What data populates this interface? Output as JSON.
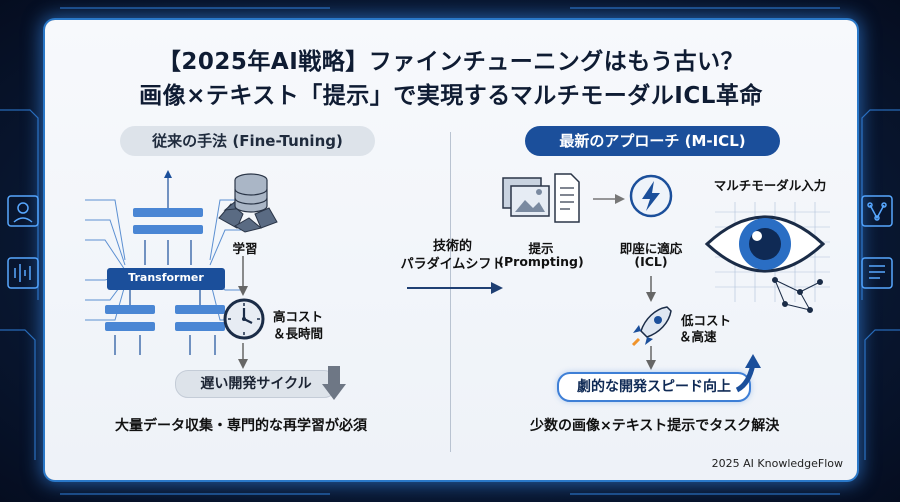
{
  "title_line1": "【2025年AI戦略】ファインチューニングはもう古い？",
  "title_line2": "画像×テキスト「提示」で実現するマルチモーダルICL革命",
  "left": {
    "header": "従来の手法 (Fine-Tuning)",
    "transformer_label": "Transformer",
    "learning_label": "学習",
    "cost_line1": "高コスト",
    "cost_line2": "＆長時間",
    "banner": "遅い開発サイクル",
    "bottom": "大量データ収集・専門的な再学習が必須"
  },
  "center": {
    "line1": "技術的",
    "line2": "パラダイムシフト"
  },
  "right": {
    "header": "最新のアプローチ (M-ICL)",
    "prompt_line1": "提示",
    "prompt_line2": "(Prompting)",
    "icl_line1": "即座に適応",
    "icl_line2": "(ICL)",
    "multimodal_label": "マルチモーダル入力",
    "cost_line1": "低コスト",
    "cost_line2": "＆高速",
    "banner": "劇的な開発スピード向上",
    "bottom": "少数の画像×テキスト提示でタスク解決"
  },
  "footer": "2025 AI KnowledgeFlow",
  "colors": {
    "accent_blue": "#1b4f9b",
    "glow_blue": "#3e7fd6",
    "bg_dark": "#0a1a36"
  }
}
